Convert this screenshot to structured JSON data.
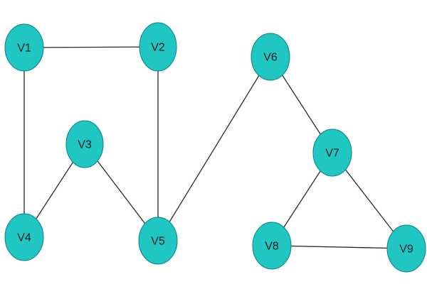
{
  "graph": {
    "node_color": "#20c6c2",
    "edge_color": "#2a2a2a",
    "nodes": [
      {
        "id": "V1",
        "label": "V1"
      },
      {
        "id": "V2",
        "label": "V2"
      },
      {
        "id": "V3",
        "label": "V3"
      },
      {
        "id": "V4",
        "label": "V4"
      },
      {
        "id": "V5",
        "label": "V5"
      },
      {
        "id": "V6",
        "label": "V6"
      },
      {
        "id": "V7",
        "label": "V7"
      },
      {
        "id": "V8",
        "label": "V8"
      },
      {
        "id": "V9",
        "label": "V9"
      }
    ],
    "edges": [
      [
        "V1",
        "V2"
      ],
      [
        "V1",
        "V4"
      ],
      [
        "V2",
        "V5"
      ],
      [
        "V3",
        "V4"
      ],
      [
        "V3",
        "V5"
      ],
      [
        "V5",
        "V6"
      ],
      [
        "V6",
        "V7"
      ],
      [
        "V7",
        "V8"
      ],
      [
        "V7",
        "V9"
      ],
      [
        "V8",
        "V9"
      ]
    ]
  }
}
